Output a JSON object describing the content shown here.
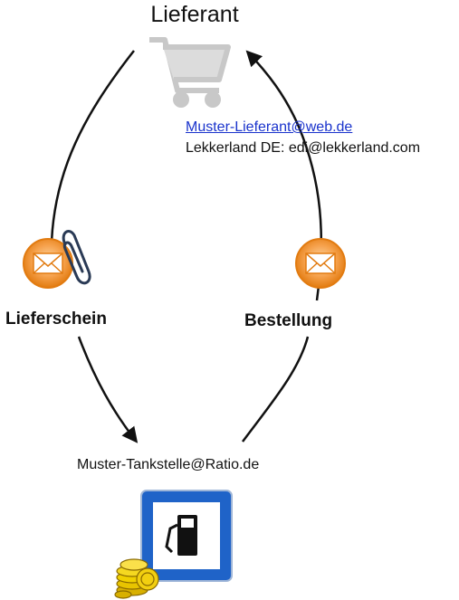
{
  "supplier": {
    "title": "Lieferant",
    "email": "Muster-Lieferant@web.de",
    "edi_line": "Lekkerland DE: edi@lekkerland.com"
  },
  "station": {
    "email": "Muster-Tankstelle@Ratio.de"
  },
  "flows": {
    "left_label": "Lieferschein",
    "right_label": "Bestellung"
  },
  "colors": {
    "mail_orange": "#f08a1c",
    "sign_blue": "#1f63c8",
    "link_blue": "#1a33cc",
    "cart_gray": "#c8c8c8"
  },
  "icons": [
    "shopping-cart-icon",
    "mail-icon",
    "paperclip-icon",
    "gas-station-sign-icon",
    "coins-icon"
  ]
}
